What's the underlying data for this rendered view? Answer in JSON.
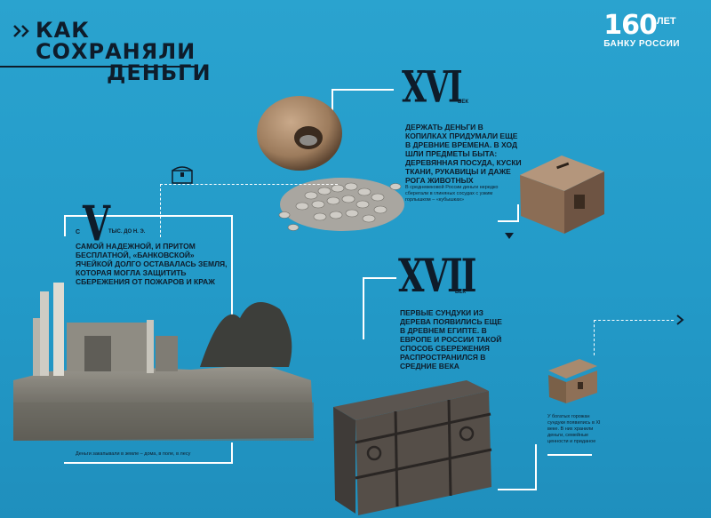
{
  "header": {
    "title_line1": "КАК",
    "title_line2": "СОХРАНЯЛИ",
    "title_line3": "ДЕНЬГИ",
    "logo_number": "160",
    "logo_suffix": "ЛЕТ",
    "logo_caption": "БАНКУ РОССИИ"
  },
  "section_v": {
    "prefix": "С",
    "era": "V",
    "suffix": "ТЫС. ДО Н. Э.",
    "text": "САМОЙ НАДЕЖНОЙ, И ПРИТОМ БЕСПЛАТНОЙ, «БАНКОВСКОЙ» ЯЧЕЙКОЙ ДОЛГО ОСТАВАЛАСЬ ЗЕМЛЯ, КОТОРАЯ МОГЛА ЗАЩИТИТЬ СБЕРЕЖЕНИЯ ОТ ПОЖАРОВ И КРАЖ",
    "caption": "Деньги закапывали в земле – дома, в поле, в лесу"
  },
  "section_xvi": {
    "era": "XVI",
    "suffix": "ВЕК",
    "text": "ДЕРЖАТЬ ДЕНЬГИ В КОПИЛКАХ ПРИДУМАЛИ ЕЩЕ В ДРЕВНИЕ ВРЕМЕНА. В ХОД ШЛИ ПРЕДМЕТЫ БЫТА: ДЕРЕВЯННАЯ ПОСУДА, КУСКИ ТКАНИ, РУКАВИЦЫ И ДАЖЕ РОГА ЖИВОТНЫХ",
    "note": "В средневековой России деньги нередко сберегали в глиняных сосудах с узким горлышком – «кубышках»"
  },
  "section_xvii": {
    "era": "XVII",
    "suffix": "ВЕК",
    "text": "ПЕРВЫЕ СУНДУКИ ИЗ ДЕРЕВА ПОЯВИЛИСЬ ЕЩЕ В ДРЕВНЕМ ЕГИПТЕ. В ЕВРОПЕ И РОССИИ ТАКОЙ СПОСОБ СБЕРЕЖЕНИЯ РАСПРОСТРАНИЛСЯ В СРЕДНИЕ ВЕКА",
    "note": "У богатых горожан сундуки появились в XI веке. В них хранили деньги, семейные ценности и приданое"
  },
  "colors": {
    "background": "#239ac8",
    "ink": "#0e1c2a",
    "frame": "#ffffff"
  }
}
